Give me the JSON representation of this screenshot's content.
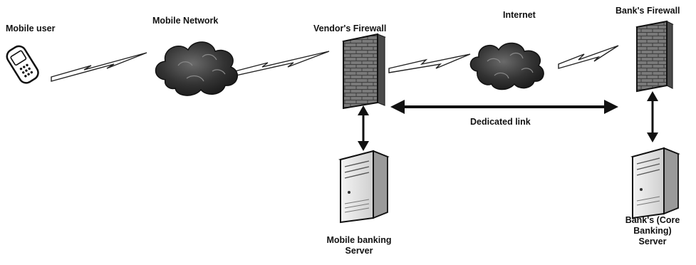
{
  "labels": {
    "mobile_user": "Mobile user",
    "mobile_network": "Mobile Network",
    "vendor_firewall": "Vendor's Firewall",
    "internet": "Internet",
    "bank_firewall": "Bank's Firewall",
    "dedicated_link": "Dedicated link",
    "mobile_banking_server_1": "Mobile banking",
    "mobile_banking_server_2": "Server",
    "bank_server_1": "Bank's (Core",
    "bank_server_2": "Banking)",
    "bank_server_3": "Server"
  },
  "colors": {
    "cloud": "#2b2b2b",
    "wall": "#6a6a6a",
    "arrow": "#111111",
    "bolt_fill": "#ffffff",
    "bolt_stroke": "#222222"
  },
  "icons": {
    "phone": "mobile-phone-icon",
    "cloud": "cloud-icon",
    "firewall": "firewall-icon",
    "server": "server-icon",
    "bolt": "wireless-link-icon"
  }
}
